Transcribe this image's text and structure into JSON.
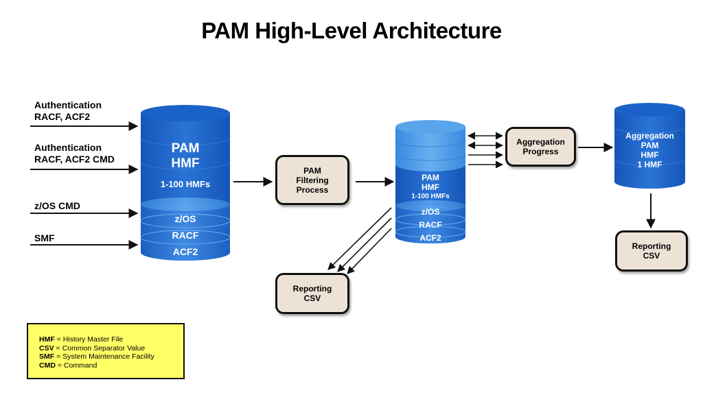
{
  "title": "PAM High-Level Architecture",
  "inputs": {
    "auth1": [
      "Authentication",
      "RACF, ACF2"
    ],
    "auth2": [
      "Authentication",
      "RACF, ACF2 CMD"
    ],
    "zos": "z/OS CMD",
    "smf": "SMF"
  },
  "left_db": {
    "name": "PAM",
    "sub": "HMF",
    "count": "1-100 HMFs",
    "layers": [
      "z/OS",
      "RACF",
      "ACF2"
    ]
  },
  "filter_box": [
    "PAM",
    "Filtering",
    "Process"
  ],
  "mid_db": {
    "lines": [
      "PAM",
      "HMF",
      "1-100 HMFs"
    ],
    "layers": [
      "z/OS",
      "RACF",
      "ACF2"
    ]
  },
  "agg_box": [
    "Aggregation",
    "Progress"
  ],
  "right_db": [
    "Aggregation",
    "PAM",
    "HMF",
    "1 HMF"
  ],
  "reporting_mid": [
    "Reporting",
    "CSV"
  ],
  "reporting_right": [
    "Reporting",
    "CSV"
  ],
  "legend": [
    {
      "abbr": "HMF",
      "def": "History Master File"
    },
    {
      "abbr": "CSV",
      "def": "Common Separator Value"
    },
    {
      "abbr": "SMF",
      "def": "System Maintenance Facility"
    },
    {
      "abbr": "CMD",
      "def": "Command"
    }
  ],
  "colors": {
    "db_top": "#1e64c8",
    "db_band": "#2f7ad8",
    "box_fill": "#ece3d6",
    "legend_fill": "#ffff66"
  }
}
